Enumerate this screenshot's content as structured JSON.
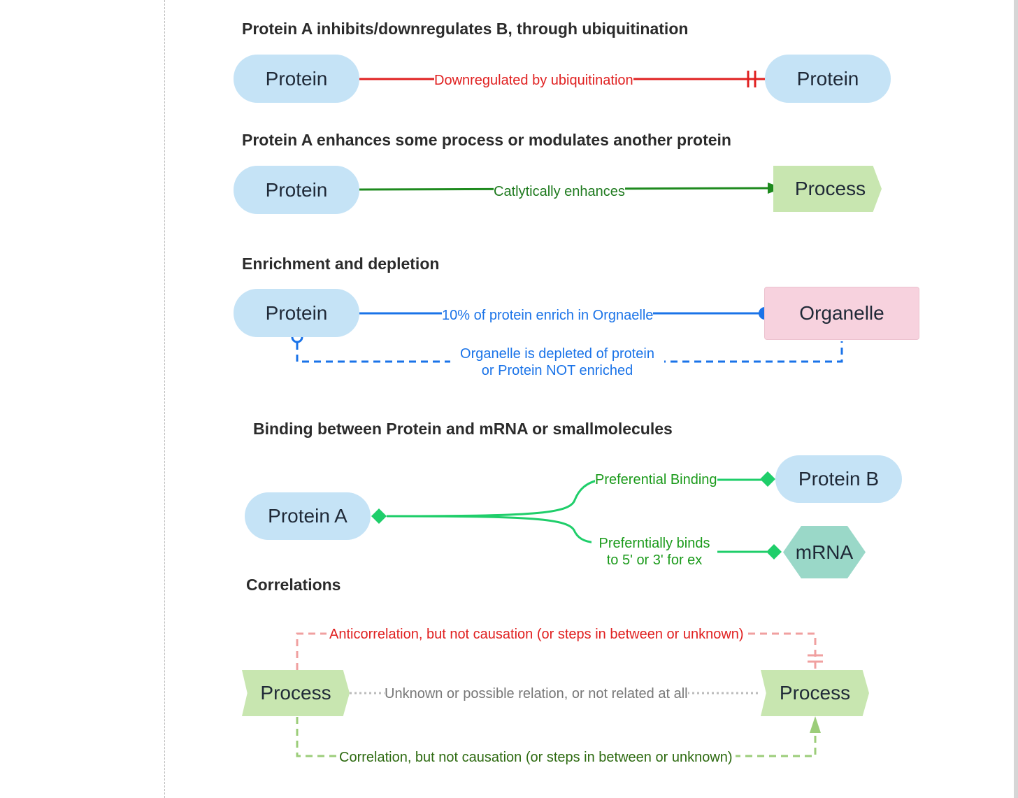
{
  "headings": {
    "h1": "Protein A inhibits/downregulates B, through ubiquitination",
    "h2": "Protein A enhances some process or modulates another protein",
    "h3": "Enrichment and depletion",
    "h4": "Binding between Protein and mRNA or smallmolecules",
    "h5": "Correlations"
  },
  "nodes": {
    "s1_source": "Protein",
    "s1_target": "Protein",
    "s2_source": "Protein",
    "s2_target": "Process",
    "s3_source": "Protein",
    "s3_target": "Organelle",
    "s4_source": "Protein A",
    "s4_target_b": "Protein B",
    "s4_target_mrna": "mRNA",
    "s5_left": "Process",
    "s5_right": "Process"
  },
  "edges": {
    "s1": "Downregulated by ubiquitination",
    "s2": "Catlytically enhances",
    "s3_enrich": "10% of protein enrich in Orgnaelle",
    "s3_deplete_line1": "Organelle is depleted of protein",
    "s3_deplete_line2": "or Protein NOT enriched",
    "s4_pref": "Preferential Binding",
    "s4_binds_line1": "Preferntially binds",
    "s4_binds_line2": "to 5' or 3' for ex",
    "s5_anti": "Anticorrelation, but not causation (or steps in between or unknown)",
    "s5_unknown": "Unknown or possible relation, or not related at all",
    "s5_corr": "Correlation, but not causation (or steps in between or unknown)"
  },
  "colors": {
    "protein": "#c5e3f6",
    "process": "#c8e6b0",
    "organelle": "#f7d2de",
    "mrna": "#9ad8c8",
    "inhibit": "#e02020",
    "enhance": "#1e8a1e",
    "enrich": "#1a73e8",
    "binding": "#1fce6a",
    "anticorrelation": "#f0a0a0",
    "unknown": "#bbbbbb",
    "correlation": "#9ccd7a"
  }
}
